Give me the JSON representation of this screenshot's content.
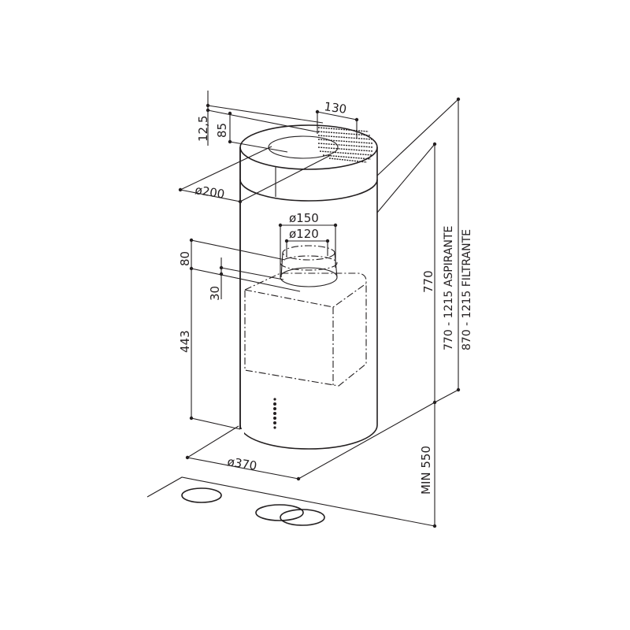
{
  "drawing": {
    "title": "Cylindrical island cooker hood - dimension drawing",
    "colors": {
      "line": "#231f20",
      "background": "#ffffff"
    }
  },
  "dimensions": {
    "top_offset": "12,5",
    "collar_height": "85",
    "grille_width": "130",
    "top_diameter": "ø200",
    "outlet_outer": "ø150",
    "outlet_inner": "ø120",
    "outlet_height": "80",
    "motor_offset": "30",
    "body_height": "443",
    "body_diameter": "ø370",
    "chimney_height": "770",
    "range_aspirante": "770 - 1215 ASPIRANTE",
    "range_filtrante": "870 - 1215 FILTRANTE",
    "min_clearance": "MIN 550"
  }
}
